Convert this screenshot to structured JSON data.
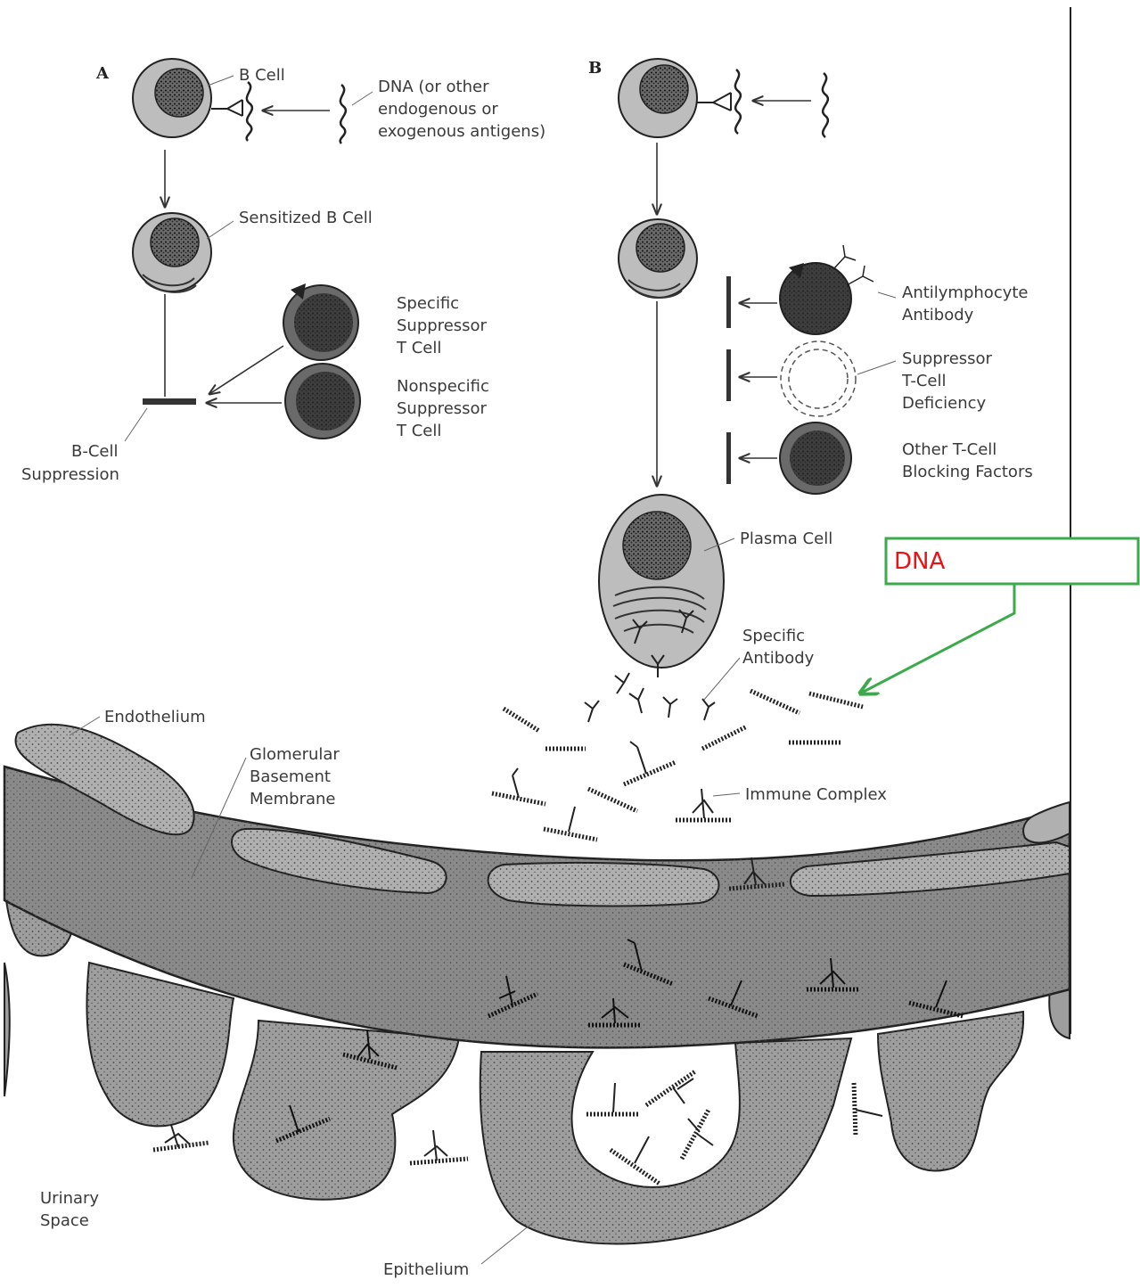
{
  "panel_a": {
    "header": "A",
    "b_cell": "B Cell",
    "dna_lines": [
      "DNA (or other",
      "endogenous or",
      "exogenous antigens)"
    ],
    "sensitized": "Sensitized B Cell",
    "specific_supp": [
      "Specific",
      "Suppressor",
      "T Cell"
    ],
    "nonspecific_supp": [
      "Nonspecific",
      "Suppressor",
      "T Cell"
    ],
    "suppression": [
      "B-Cell",
      "Suppression"
    ]
  },
  "panel_b": {
    "header": "B",
    "antilymph": [
      "Antilymphocyte",
      "Antibody"
    ],
    "deficiency": [
      "Suppressor",
      "T-Cell",
      "Deficiency"
    ],
    "blocking": [
      "Other T-Cell",
      "Blocking Factors"
    ],
    "plasma": "Plasma Cell",
    "specific_antibody": [
      "Specific",
      "Antibody"
    ]
  },
  "lower": {
    "endothelium": "Endothelium",
    "gbm": [
      "Glomerular",
      "Basement",
      "Membrane"
    ],
    "immune_complex": "Immune Complex",
    "urinary": [
      "Urinary",
      "Space"
    ],
    "epithelium": "Epithelium"
  },
  "callout": {
    "label": "DNA",
    "text_color": "#ee1111",
    "border_color": "#3aaa4a"
  },
  "colors": {
    "cell_fill": "#bdbdbd",
    "nucleus_fill": "#6a6a6a",
    "dark_cell": "#3e3e3e",
    "tissue_fill": "#9e9e9e",
    "membrane_fill": "#8a8a8a"
  }
}
